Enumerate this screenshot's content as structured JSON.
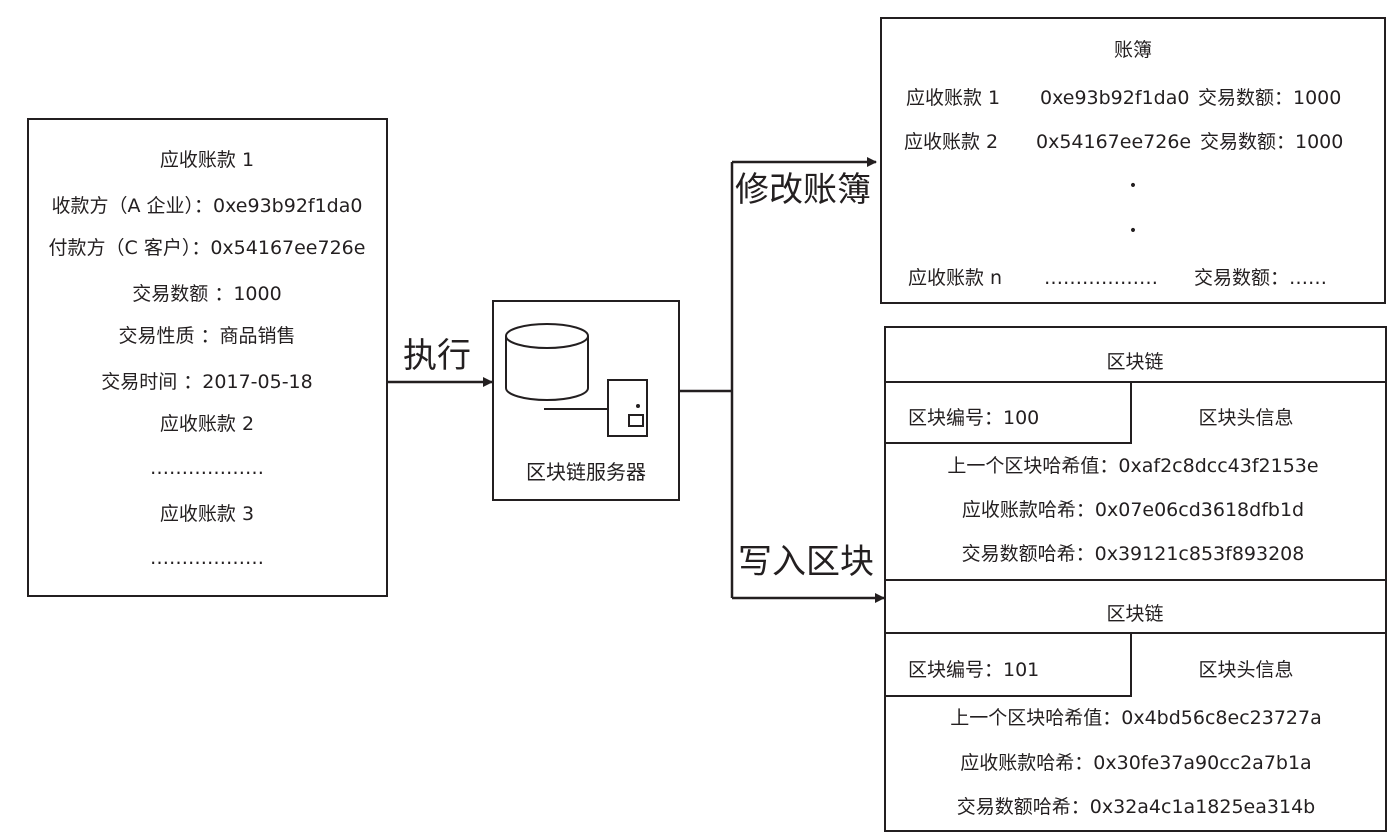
{
  "receivables_box": {
    "lines": [
      "应收账款 1",
      "收款方（A 企业）：0xe93b92f1da0",
      "付款方（C 客户）：0x54167ee726e",
      "交易数额 ：1000",
      "交易性质 ：商品销售",
      "交易时间 ：2017-05-18",
      "应收账款 2",
      "………………",
      "应收账款 3",
      "………………"
    ]
  },
  "arrows": {
    "execute": "执行",
    "modify_ledger": "修改账簿",
    "write_block": "写入区块"
  },
  "server": {
    "label": "区块链服务器"
  },
  "ledger": {
    "title": "账簿",
    "rows": [
      {
        "name": "应收账款 1",
        "address": "0xe93b92f1da0",
        "amount": "交易数额：1000"
      },
      {
        "name": "应收账款 2",
        "address": "0x54167ee726e",
        "amount": "交易数额：1000"
      },
      {
        "name": "应收账款 n",
        "address": "………………",
        "amount": "交易数额：……"
      }
    ],
    "ellipsis": "•"
  },
  "blocks": [
    {
      "title": "区块链",
      "number": "区块编号：100",
      "header_info": "区块头信息",
      "prev_hash": "上一个区块哈希值：0xaf2c8dcc43f2153e",
      "receivable_hash": "应收账款哈希：0x07e06cd3618dfb1d",
      "amount_hash": "交易数额哈希：0x39121c853f893208"
    },
    {
      "title": "区块链",
      "number": "区块编号：101",
      "header_info": "区块头信息",
      "prev_hash": "上一个区块哈希值：0x4bd56c8ec23727a",
      "receivable_hash": "应收账款哈希：0x30fe37a90cc2a7b1a",
      "amount_hash": "交易数额哈希：0x32a4c1a1825ea314b"
    }
  ]
}
